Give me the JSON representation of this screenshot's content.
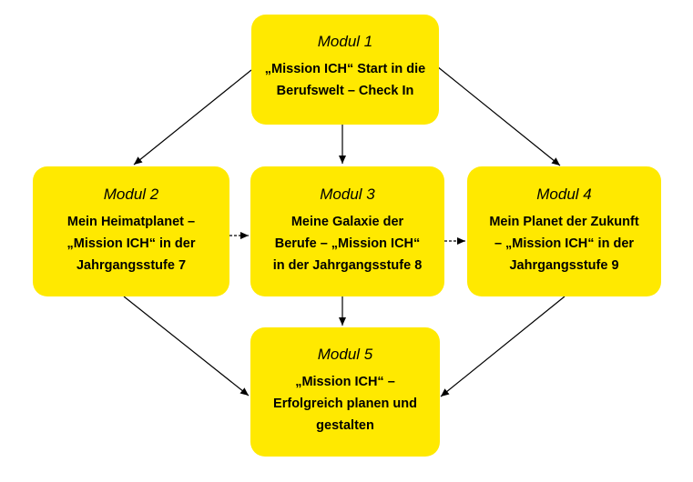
{
  "modules": [
    {
      "id": "m1",
      "title": "Modul 1",
      "lines": [
        "„Mission ICH“ Start in die",
        "Berufswelt – Check In"
      ]
    },
    {
      "id": "m2",
      "title": "Modul 2",
      "lines": [
        "Mein Heimatplanet –",
        "„Mission ICH“ in der",
        "Jahrgangsstufe 7"
      ]
    },
    {
      "id": "m3",
      "title": "Modul 3",
      "lines": [
        "Meine Galaxie der",
        "Berufe – „Mission  ICH“",
        "in der Jahrgangsstufe 8"
      ]
    },
    {
      "id": "m4",
      "title": "Modul 4",
      "lines": [
        "Mein Planet der Zukunft",
        "– „Mission ICH“ in der",
        "Jahrgangsstufe 9"
      ]
    },
    {
      "id": "m5",
      "title": "Modul 5",
      "lines": [
        "„Mission ICH“ –",
        "Erfolgreich planen und",
        "gestalten"
      ]
    }
  ],
  "colors": {
    "box_fill": "#ffe900",
    "arrow": "#000000"
  }
}
